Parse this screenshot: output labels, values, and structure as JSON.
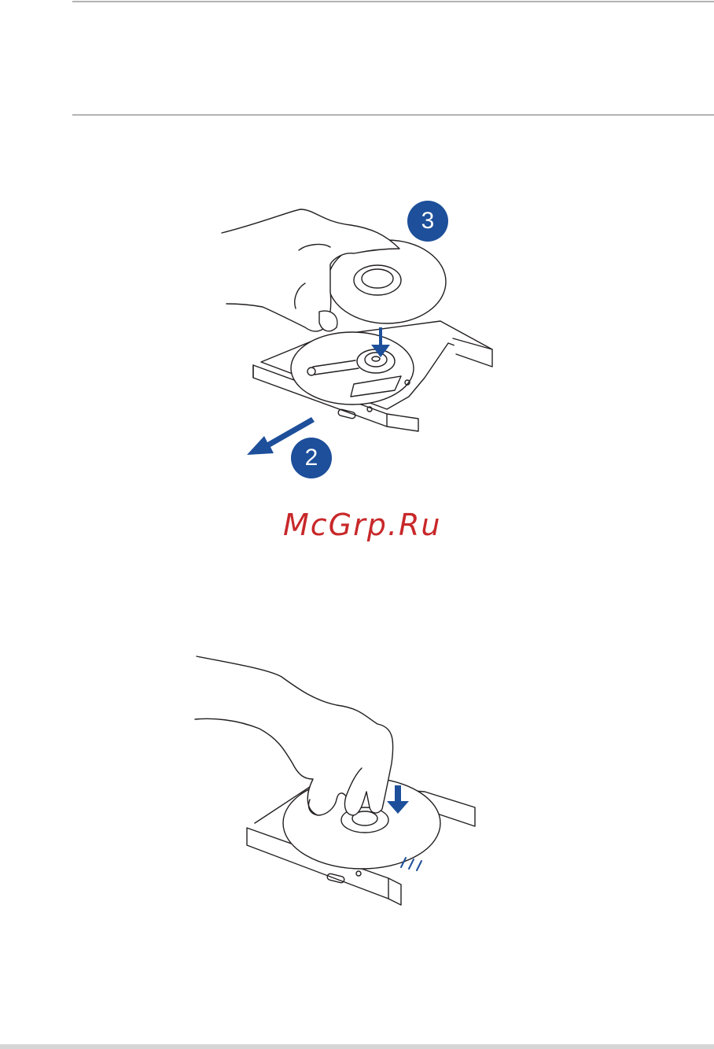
{
  "steps": {
    "step3_label": "3",
    "step2_label": "2"
  },
  "watermark": {
    "text": "McGrp.Ru"
  },
  "figures": {
    "figure1_icon": "hand-placing-disc-on-tray",
    "figure2_icon": "hand-pressing-disc-onto-spindle"
  },
  "colors": {
    "accent_blue": "#1d4f9a",
    "watermark_red": "#c8282a",
    "rule_gray": "#b3b3b3"
  }
}
